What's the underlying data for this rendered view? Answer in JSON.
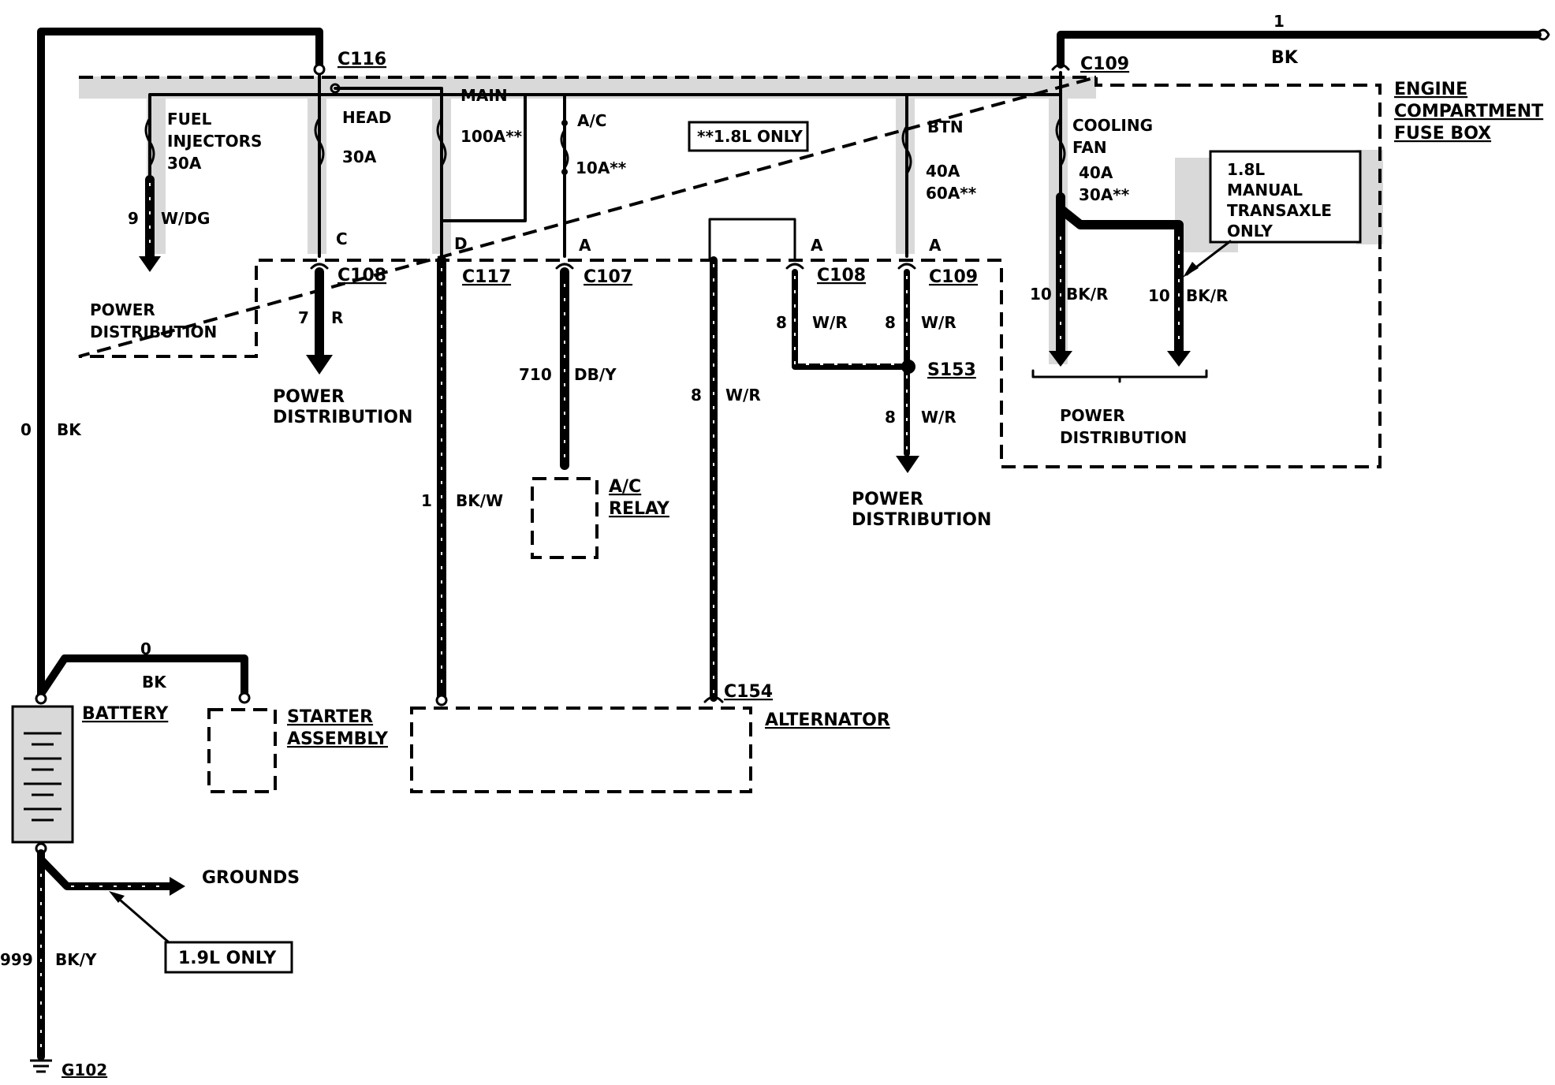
{
  "connectors": {
    "c116": "C116",
    "c109_top": "C109",
    "c108_left": "C108",
    "c117": "C117",
    "c107": "C107",
    "c108_right": "C108",
    "c109_right": "C109",
    "s153": "S153",
    "c154": "C154",
    "g102": "G102"
  },
  "fuse_box": {
    "title_1": "ENGINE",
    "title_2": "COMPARTMENT",
    "title_3": "FUSE BOX",
    "note": "**1.8L ONLY"
  },
  "fuses": {
    "fuel_injectors": {
      "l1": "FUEL",
      "l2": "INJECTORS",
      "rating": "30A"
    },
    "head": {
      "name": "HEAD",
      "rating": "30A",
      "pin": "C"
    },
    "main": {
      "name": "MAIN",
      "rating": "100A**",
      "pin": "D"
    },
    "ac": {
      "name": "A/C",
      "rating": "10A**",
      "pin": "A"
    },
    "btn": {
      "name": "BTN",
      "r1": "40A",
      "r2": "60A**",
      "pin": "A"
    },
    "cooling_fan": {
      "l1": "COOLING",
      "l2": "FAN",
      "r1": "40A",
      "r2": "30A**"
    }
  },
  "pin_relay_a": "A",
  "wires": {
    "top_circuit": "1",
    "top_color": "BK",
    "left_circuit": "0",
    "left_color": "BK",
    "starter_circuit": "0",
    "starter_color": "BK",
    "fuel_circuit": "9",
    "fuel_color": "W/DG",
    "head_circuit": "7",
    "head_color": "R",
    "main_circuit": "1",
    "main_color": "BK/W",
    "ac_circuit": "710",
    "ac_color": "DB/Y",
    "alt_circuit": "8",
    "alt_color": "W/R",
    "relay_circuit": "8",
    "relay_color": "W/R",
    "btn_circuit": "8",
    "btn_color": "W/R",
    "s153_circuit": "8",
    "s153_color": "W/R",
    "fan1_circuit": "10",
    "fan1_color": "BK/R",
    "fan2_circuit": "10",
    "fan2_color": "BK/R",
    "ground_circuit": "999",
    "ground_color": "BK/Y"
  },
  "labels": {
    "power_distribution": "POWER DISTRIBUTION",
    "pd_1": "POWER",
    "pd_2": "DISTRIBUTION",
    "manual_1": "1.8L",
    "manual_2": "MANUAL",
    "manual_3": "TRANSAXLE",
    "manual_4": "ONLY",
    "ac_relay_1": "A/C",
    "ac_relay_2": "RELAY",
    "battery": "BATTERY",
    "starter_1": "STARTER",
    "starter_2": "ASSEMBLY",
    "alternator": "ALTERNATOR",
    "grounds": "GROUNDS",
    "only_19": "1.9L ONLY"
  }
}
